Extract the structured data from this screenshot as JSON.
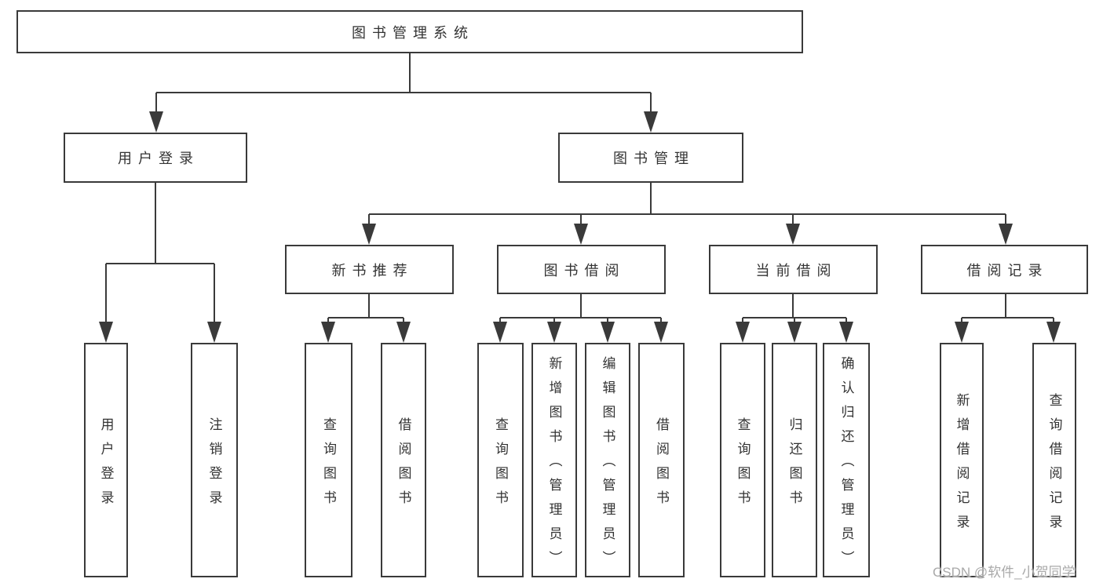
{
  "diagram": {
    "root": {
      "label": "图书管理系统"
    },
    "level2": [
      {
        "label": "用户登录"
      },
      {
        "label": "图书管理"
      }
    ],
    "level3": [
      {
        "label": "新书推荐"
      },
      {
        "label": "图书借阅"
      },
      {
        "label": "当前借阅"
      },
      {
        "label": "借阅记录"
      }
    ],
    "leaves": [
      {
        "label": "用户登录"
      },
      {
        "label": "注销登录"
      },
      {
        "label": "查询图书"
      },
      {
        "label": "借阅图书"
      },
      {
        "label": "查询图书"
      },
      {
        "label": "新增图书（管理员）"
      },
      {
        "label": "编辑图书（管理员）"
      },
      {
        "label": "借阅图书"
      },
      {
        "label": "查询图书"
      },
      {
        "label": "归还图书"
      },
      {
        "label": "确认归还（管理员）"
      },
      {
        "label": "新增借阅记录"
      },
      {
        "label": "查询借阅记录"
      }
    ]
  },
  "watermark": {
    "text": "CSDN @软件_小贺同学"
  },
  "colors": {
    "line": "#3a3a3a",
    "text": "#333333",
    "watermark": "#a9a9a9",
    "background": "#ffffff"
  }
}
